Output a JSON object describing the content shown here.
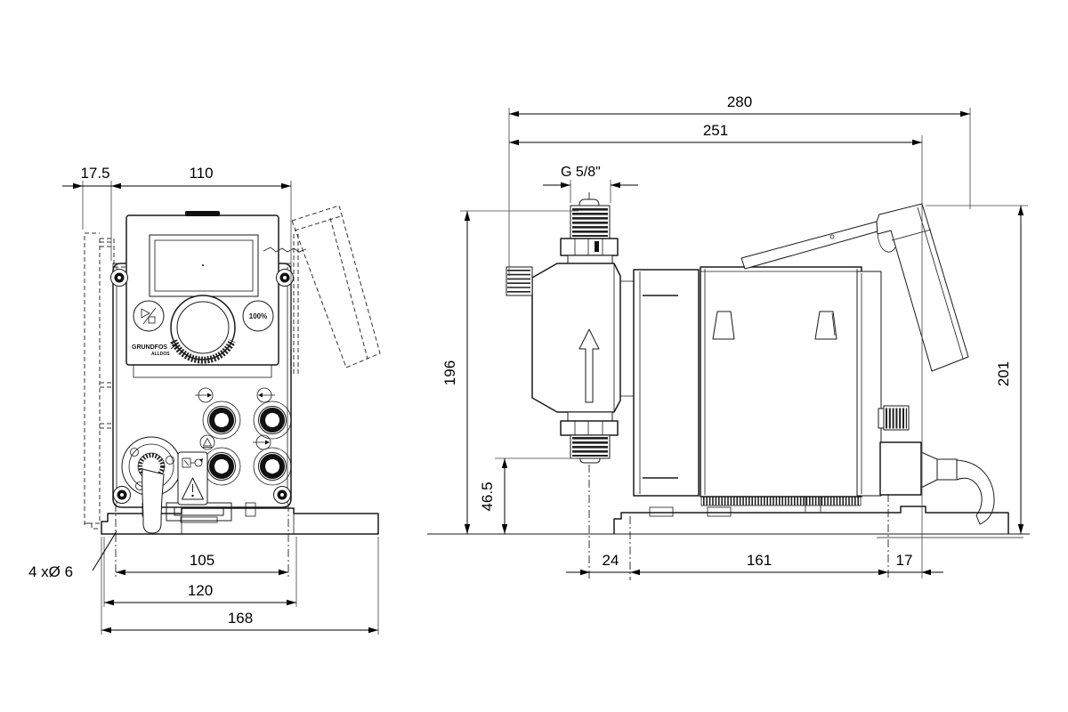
{
  "drawing": {
    "type": "technical-dimension-drawing",
    "subject": "dosing-pump-front-and-side-views",
    "units": "mm",
    "background": "#ffffff",
    "line_color": "#1a1a1a",
    "front_view": {
      "dims": {
        "offset_left": "17.5",
        "body_width": "110",
        "hole_span": "105",
        "plate_span": "120",
        "base_width": "168",
        "mounting_holes": "4 xØ 6"
      },
      "panel": {
        "capacity_button": "100%",
        "brand_line1": "GRUNDFOS",
        "brand_line2": "ALLDOS"
      },
      "icons": [
        "start-stop-icon",
        "signal-in-icon",
        "signal-out-icon",
        "level-sensor-icon",
        "bus-signal-icon",
        "electric-warning-icon",
        "warning-triangle-icon",
        "flow-arrow-icon"
      ]
    },
    "side_view": {
      "dims": {
        "total_depth": "280",
        "depth_to_cover": "251",
        "connection_thread": "G 5/8\"",
        "discharge_height": "196",
        "suction_height": "46.5",
        "total_height": "201",
        "front_overhang": "24",
        "hole_span": "161",
        "rear_offset": "17"
      }
    }
  }
}
